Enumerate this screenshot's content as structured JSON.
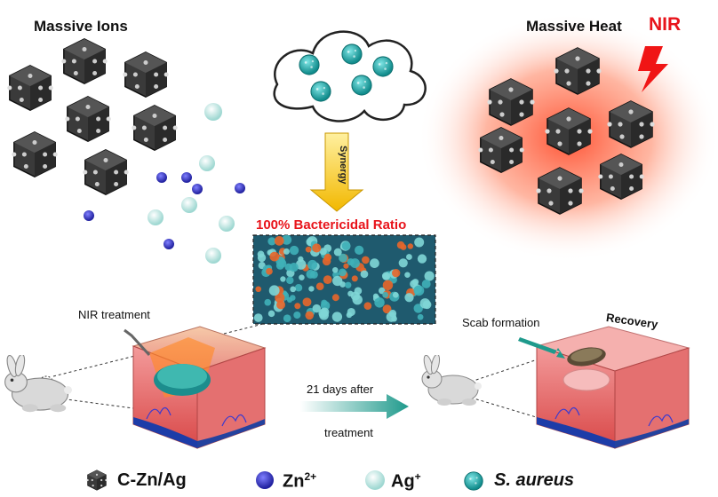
{
  "panels": {
    "ions_title": "Massive Ions",
    "heat_title": "Massive Heat",
    "nir_label": "NIR",
    "synergy_label": "Synergy",
    "bactericidal_ratio": "100% Bactericidal Ratio"
  },
  "treatment": {
    "nir_treatment": "NIR treatment",
    "days_after_line1": "21 days after",
    "days_after_line2": "treatment",
    "scab_formation": "Scab formation",
    "recovery": "Recovery"
  },
  "legend": {
    "c_zn_ag": "C-Zn/Ag",
    "zn_base": "Zn",
    "zn_sup": "2+",
    "ag_base": "Ag",
    "ag_sup": "+",
    "s_aureus": "S. aureus"
  },
  "colors": {
    "cube": "#2b2b2b",
    "zn_ion": "#3a3ab8",
    "ag_ion": "#c9ece8",
    "bacteria": "#1aa6a6",
    "heat_glow": "#ff5a3c",
    "accent_red": "#e8141b",
    "arrow_yellow": "#f5c400",
    "arrow_teal": "#2aa89a"
  }
}
